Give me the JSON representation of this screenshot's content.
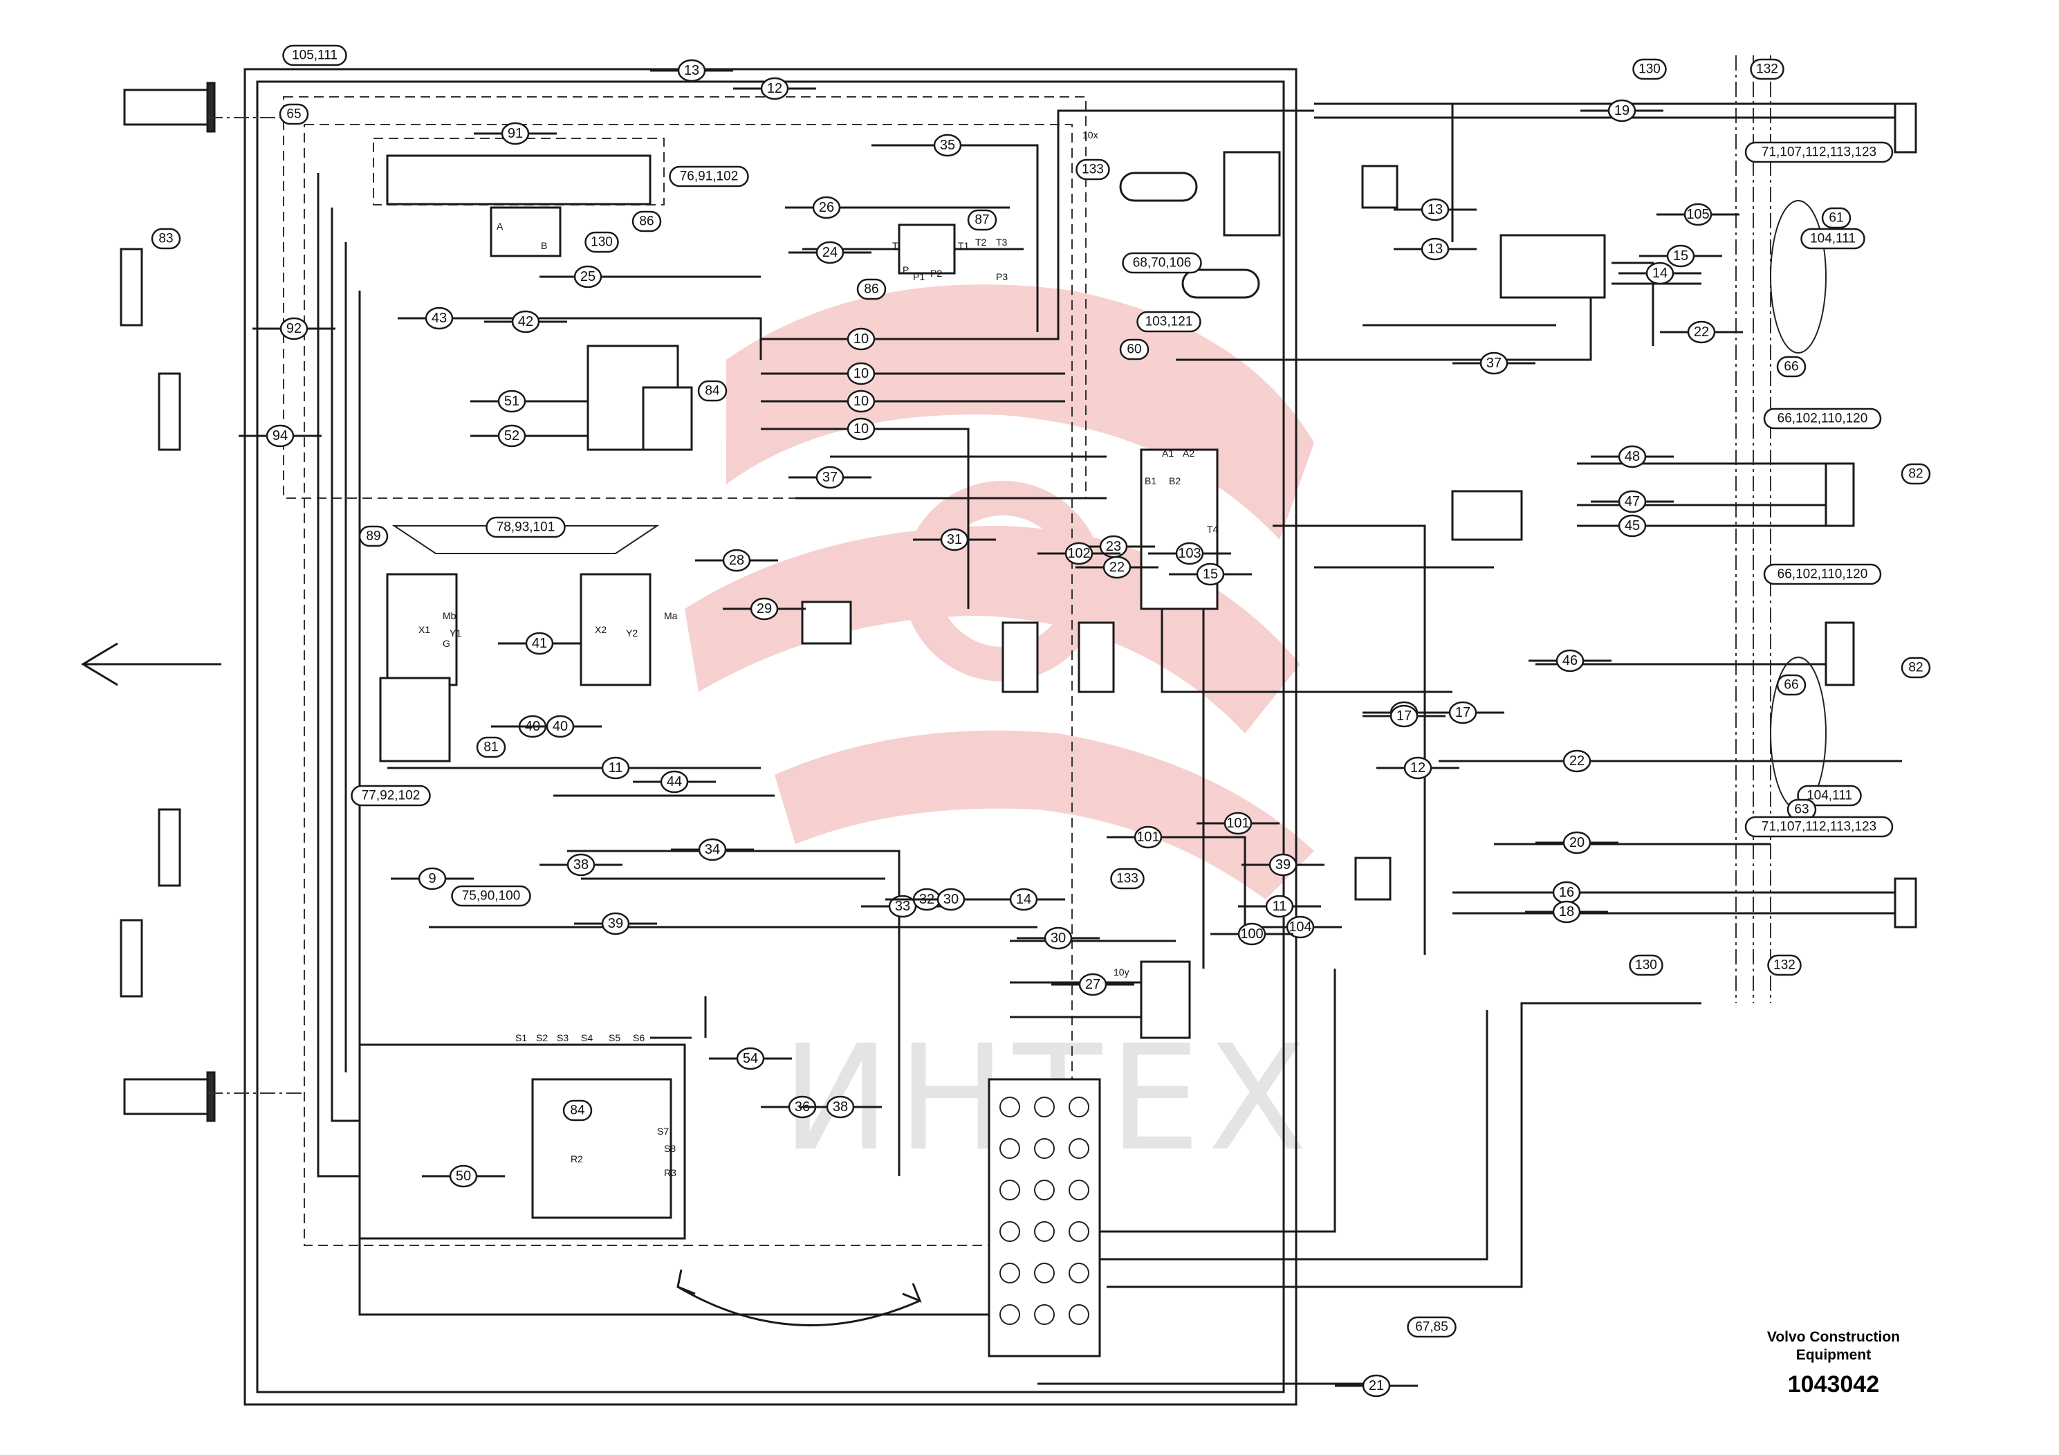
{
  "title_block": {
    "company_line1": "Volvo Construction",
    "company_line2": "Equipment",
    "drawing_number": "1043042"
  },
  "watermark": {
    "text": "ИНТЕХ",
    "color": "#e8b4b4"
  },
  "hose_labels": [
    "13",
    "12",
    "91",
    "35",
    "26",
    "24",
    "25",
    "43",
    "42",
    "10",
    "10",
    "10",
    "10",
    "51",
    "52",
    "37",
    "19",
    "13",
    "13",
    "15",
    "14",
    "37",
    "22",
    "48",
    "47",
    "45",
    "46",
    "22",
    "20",
    "16",
    "18",
    "11",
    "44",
    "34",
    "38",
    "39",
    "30",
    "27",
    "50",
    "54",
    "36",
    "38",
    "31",
    "29",
    "28",
    "23",
    "22",
    "9",
    "21",
    "33",
    "32",
    "30",
    "101",
    "101",
    "41",
    "40",
    "40",
    "39",
    "17",
    "11",
    "12",
    "94",
    "92",
    "105",
    "104",
    "100",
    "103",
    "102",
    "15",
    "14",
    "11",
    "17"
  ],
  "callouts": [
    "105,111",
    "65",
    "83",
    "76,91,102",
    "86",
    "87",
    "130",
    "86",
    "133",
    "68,70,106",
    "103,121",
    "60",
    "84",
    "130",
    "132",
    "71,107,112,113,123",
    "61",
    "104,111",
    "66",
    "66,102,110,120",
    "82",
    "66,102,110,120",
    "82",
    "66",
    "104,111",
    "63",
    "71,107,112,113,123",
    "130",
    "132",
    "89",
    "78,93,101",
    "77,92,102",
    "81",
    "75,90,100",
    "84",
    "133",
    "67,85"
  ],
  "port_labels": [
    "A",
    "B",
    "T",
    "P",
    "T1",
    "T2",
    "T3",
    "P1",
    "P2",
    "P3",
    "A1",
    "A2",
    "B1",
    "B2",
    "X1",
    "X2",
    "Y1",
    "Y2",
    "S1",
    "S2",
    "S3",
    "S4",
    "S5",
    "S6",
    "S7",
    "S8",
    "R2",
    "R3",
    "Mb",
    "Ma",
    "G",
    "T4",
    "10x",
    "10y"
  ],
  "icons": [
    "travel-direction-arrow-icon",
    "slew-rotation-arrow-icon"
  ]
}
